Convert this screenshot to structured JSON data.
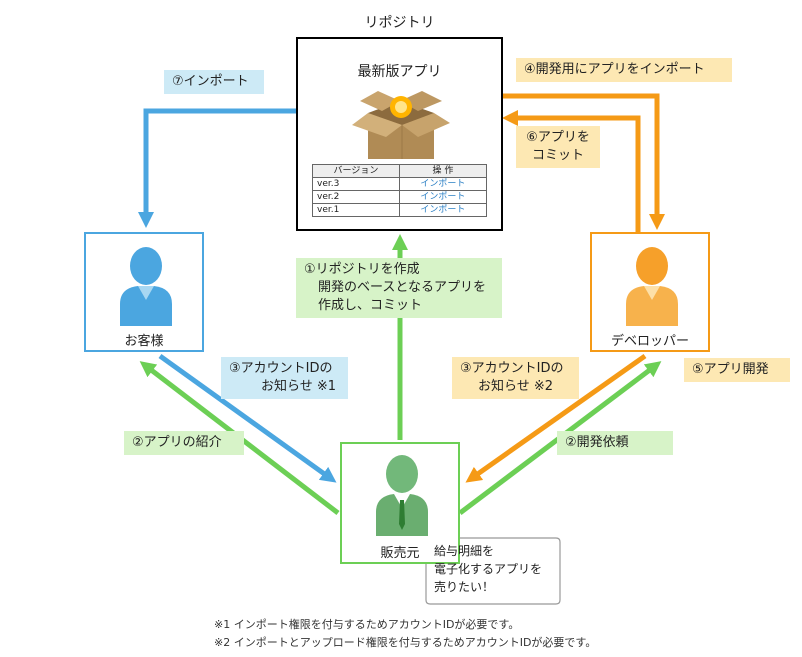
{
  "repository": {
    "title": "リポジトリ",
    "app_title": "最新版アプリ",
    "table": {
      "headers": [
        "バージョン",
        "操 作"
      ],
      "rows": [
        {
          "version": "ver.3",
          "action": "インポート"
        },
        {
          "version": "ver.2",
          "action": "インポート"
        },
        {
          "version": "ver.1",
          "action": "インポート"
        }
      ]
    }
  },
  "actors": {
    "customer": "お客様",
    "developer": "デベロッパー",
    "seller": "販売元"
  },
  "labels": {
    "step1_line1": "①リポジトリを作成",
    "step1_line2": "開発のベースとなるアプリを",
    "step1_line3": "作成し、コミット",
    "step2_customer": "②アプリの紹介",
    "step2_developer": "②開発依頼",
    "step3_customer_line1": "③アカウントIDの",
    "step3_customer_line2": "お知らせ ※1",
    "step3_developer_line1": "③アカウントIDの",
    "step3_developer_line2": "お知らせ ※2",
    "step4": "④開発用にアプリをインポート",
    "step5": "⑤アプリ開発",
    "step6_line1": "⑥アプリを",
    "step6_line2": "コミット",
    "step7": "⑦インポート"
  },
  "speech": {
    "line1": "給与明細を",
    "line2": "電子化するアプリを",
    "line3": "売りたい！"
  },
  "notes": {
    "note1": "※1 インポート権限を付与するためアカウントIDが必要です。",
    "note2": "※2 インポートとアップロード権限を付与するためアカウントIDが必要です。"
  },
  "colors": {
    "blue": "#4ba6e0",
    "green": "#6ccf55",
    "orange": "#f59a16",
    "customer_border": "#4ba6e0",
    "developer_border": "#f59a16",
    "seller_border": "#6ccf55"
  }
}
